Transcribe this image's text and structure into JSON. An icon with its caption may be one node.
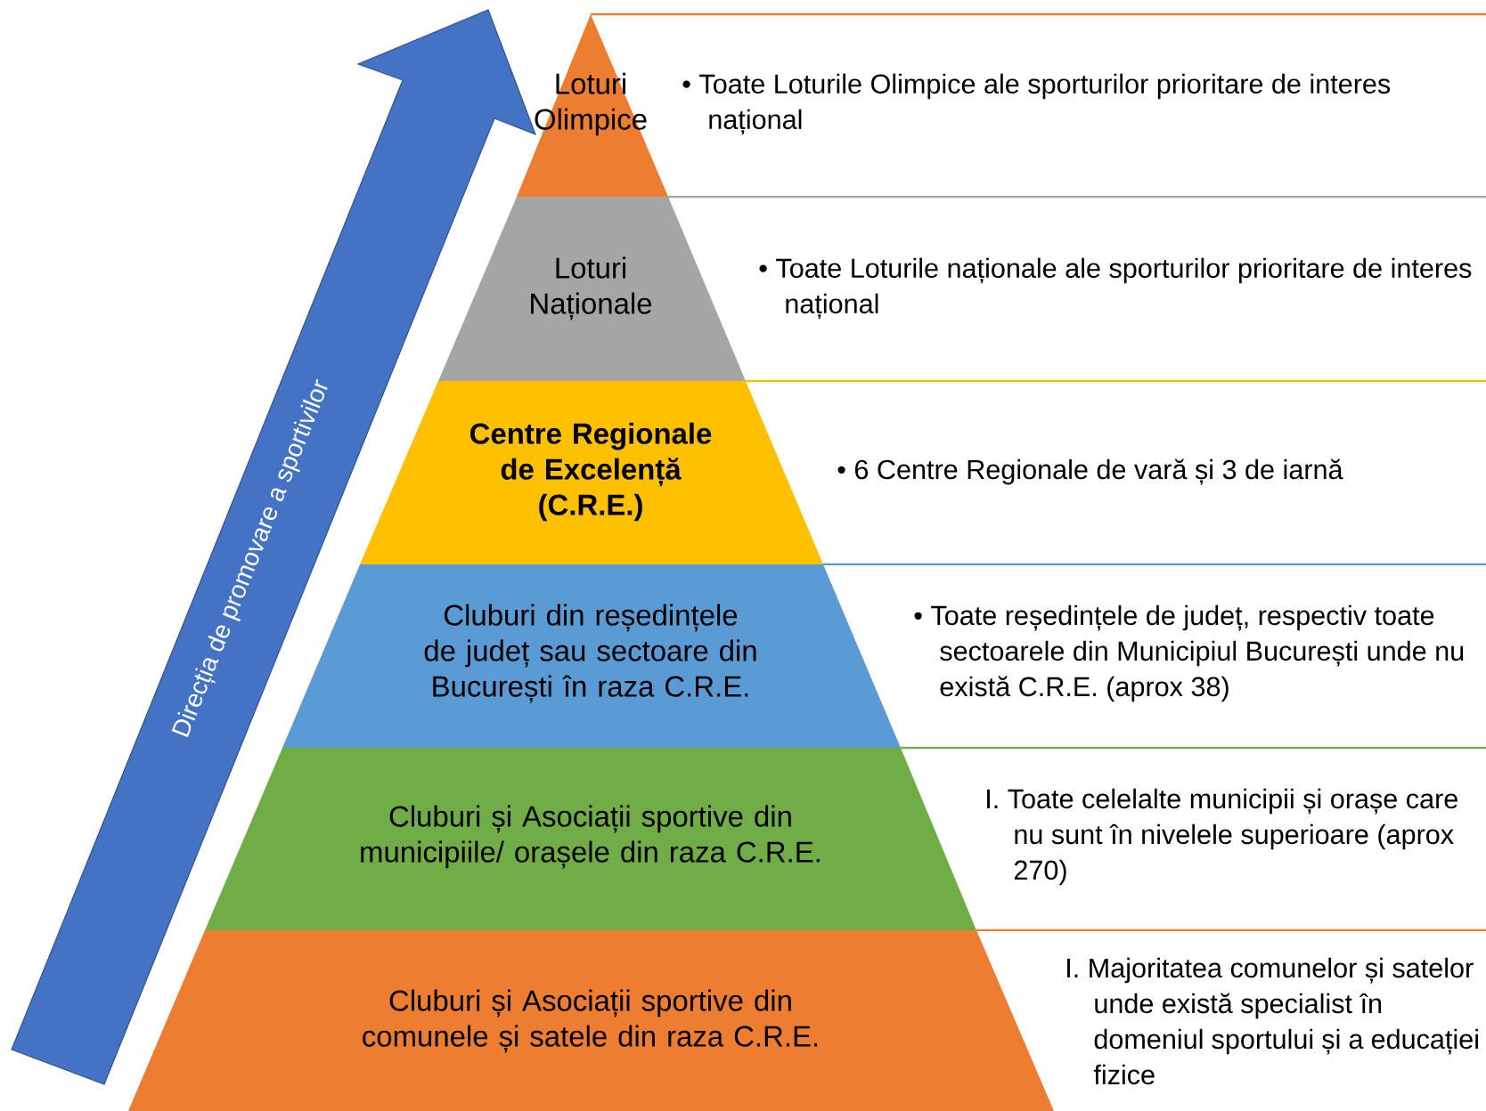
{
  "diagram": {
    "nodes": [
      {
        "text": [
          "Loturi Olimpice"
        ],
        "beside": [
          "• Toate Loturile Olimpice ale sporturilor prioritare de interes național"
        ]
      },
      {
        "text": [
          "Loturi Naționale"
        ],
        "beside": [
          "• Toate Loturile naționale ale sporturilor prioritare de interes național"
        ]
      },
      {
        "text": [
          "Centre Regionale de Excelență (C.R.E.)"
        ],
        "beside": [
          "• 6 Centre Regionale de vară și 3 de iarnă"
        ]
      },
      {
        "text": [
          "Cluburi din reședințele de județ sau sectoare din București în raza C.R.E."
        ],
        "beside": [
          "• Toate reședințele de județ, respectiv toate sectoarele din Municipiul București unde nu există C.R.E. (aprox 38)"
        ]
      },
      {
        "text": [
          "Cluburi și Asociații sportive din municipiile/ orașele din raza C.R.E."
        ],
        "beside": [
          "I. Toate celelalte municipii și orașe care nu sunt în nivelele superioare (aprox 270)"
        ]
      },
      {
        "text": [
          "Cluburi și Asociații sportive din comunele și satele din raza C.R.E."
        ],
        "beside": [
          "I. Majoritatea comunelor și satelor unde există specialist în domeniul sportului și a educației fizice"
        ]
      }
    ],
    "edges": [],
    "labels": [
      "Direcția de promovare a sportivilor"
    ]
  }
}
